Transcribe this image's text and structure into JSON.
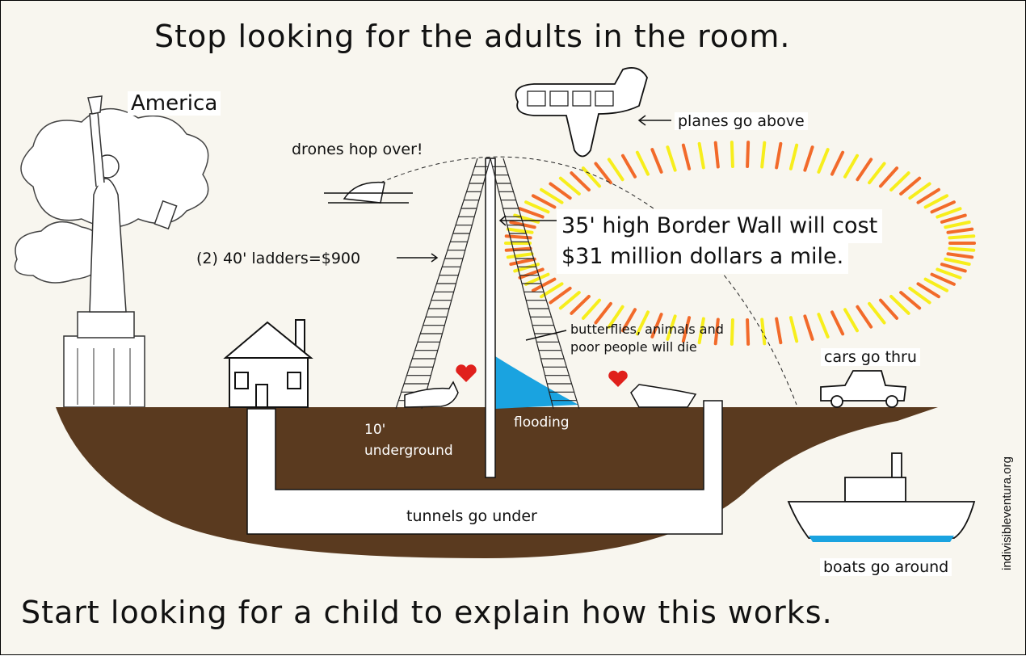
{
  "headline_top": "Stop looking for the adults in the room.",
  "headline_bottom": "Start looking for a child to explain how this works.",
  "labels": {
    "america": "America",
    "drones": "drones hop over!",
    "planes": "planes go above",
    "ladders": "(2) 40' ladders=$900",
    "wall_line1": "35' high Border Wall will cost",
    "wall_line2": "$31 million dollars a mile.",
    "butterflies_line1": "butterflies, animals and",
    "butterflies_line2": "poor people will die",
    "cars": "cars go thru",
    "underground_line1": "10'",
    "underground_line2": "underground",
    "flooding": "flooding",
    "tunnels": "tunnels go under",
    "boats": "boats go around"
  },
  "credit": "indivisibleventura.org",
  "colors": {
    "ground": "#5a3a1f",
    "water": "#1aa3e0",
    "heart": "#e0201c",
    "burst_orange": "#f26a2a",
    "burst_yellow": "#f7ee1c",
    "paper": "#f8f6ef"
  }
}
